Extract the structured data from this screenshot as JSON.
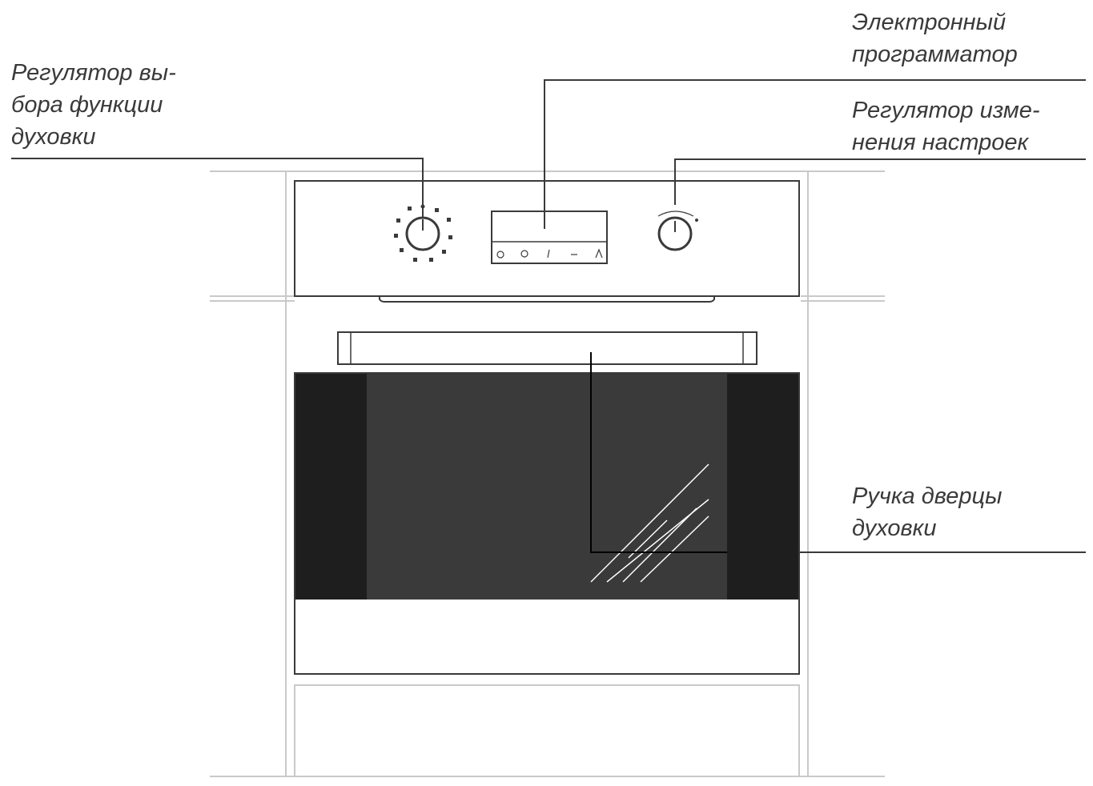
{
  "labels": {
    "function_selector": [
      "Регулятор вы-",
      "бора функции",
      "духовки"
    ],
    "programmer": [
      "Электронный",
      "программатор"
    ],
    "settings_knob": [
      "Регулятор изме-",
      "нения настроек"
    ],
    "door_handle": [
      "Ручка дверцы",
      "духовки"
    ]
  },
  "icons": {
    "function_dial_symbols": "oven-function-icons",
    "programmer_buttons": [
      "clock-icon",
      "power-icon",
      "thermometer-icon",
      "minus-icon",
      "fan-icon"
    ]
  },
  "colors": {
    "line": "#3a3a3a",
    "cabinet": "#c9c9c9",
    "glass_dark": "#1e1e1e",
    "glass_mid": "#3a3a3a",
    "text": "#3a3a3a"
  }
}
